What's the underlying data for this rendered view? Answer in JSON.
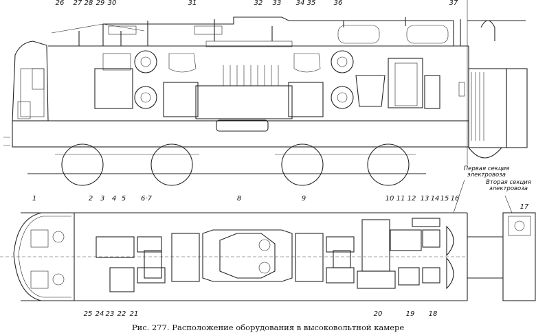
{
  "figure": {
    "caption_prefix": "Рис. 277.",
    "caption_text": "Расположение оборудования в высоковольтной камере"
  },
  "side_view_labels": [
    "26",
    "27",
    "28",
    "29",
    "30",
    "31",
    "32",
    "33",
    "34",
    "35",
    "36",
    "37"
  ],
  "plan_view_labels_top": [
    "1",
    "2",
    "3",
    "4",
    "5",
    "6·7",
    "8",
    "9",
    "10",
    "11",
    "12",
    "13",
    "14",
    "15",
    "16",
    "17"
  ],
  "plan_view_labels_bottom": [
    "25",
    "24",
    "23",
    "22",
    "21",
    "20",
    "19",
    "18"
  ],
  "section_labels": {
    "first_section": "Первая секция электровоза",
    "second_section": "Вторая секция электровоза"
  }
}
